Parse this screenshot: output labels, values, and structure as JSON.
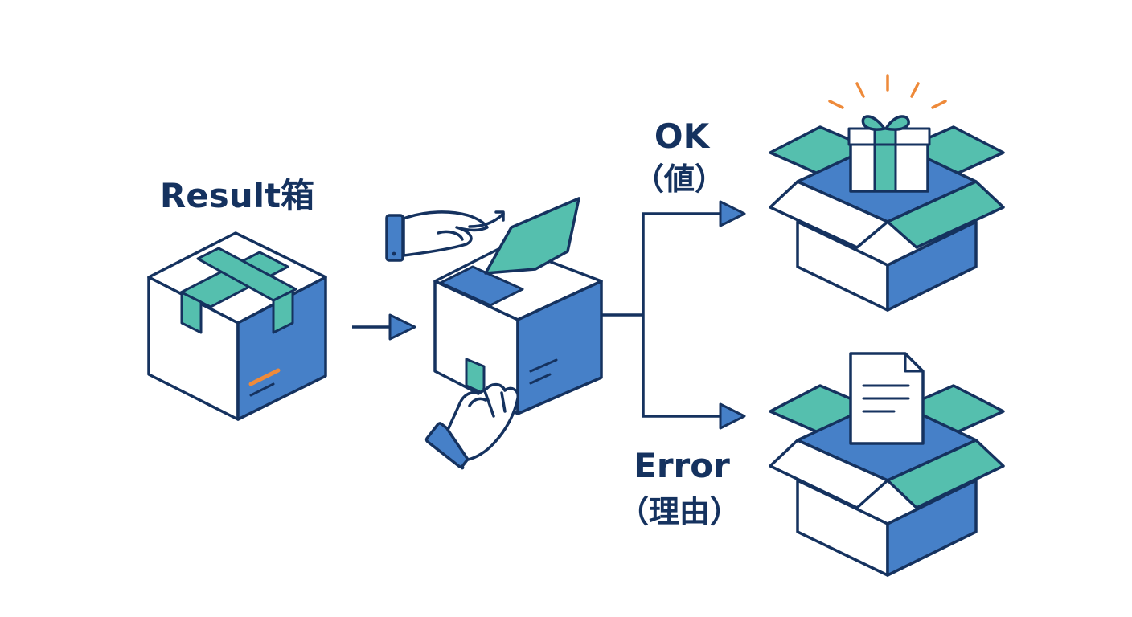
{
  "labels": {
    "result_box": "Result箱",
    "ok_title": "OK",
    "ok_sub": "（値）",
    "error_title": "Error",
    "error_sub": "（理由）"
  },
  "icons": {
    "sealed_box": "sealed-box-icon",
    "opening_box": "opening-box-icon",
    "ok_box": "open-box-with-gift-icon",
    "error_box": "open-box-with-document-icon"
  },
  "colors": {
    "outline": "#15325f",
    "blue": "#4680c8",
    "teal": "#55bfae",
    "orange": "#ee8a3a",
    "background": "#ffffff"
  }
}
